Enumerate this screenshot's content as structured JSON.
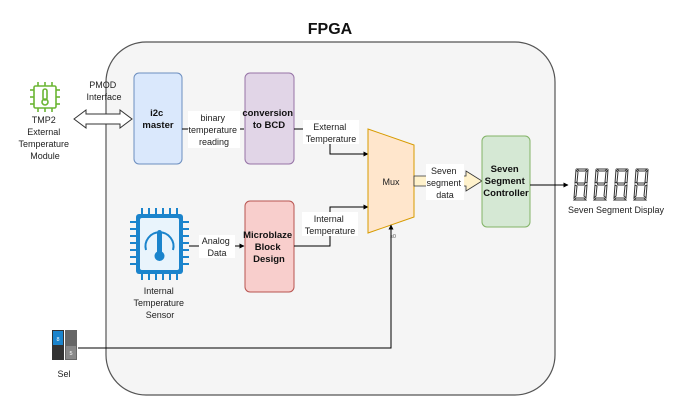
{
  "title": "FPGA",
  "blocks": {
    "i2c_master": [
      "i2c",
      "master"
    ],
    "conversion_bcd": [
      "conversion",
      "to BCD"
    ],
    "microblaze": [
      "Microblaze",
      "Block",
      "Design"
    ],
    "mux": "Mux",
    "seven_seg_controller": [
      "Seven",
      "Segment",
      "Controller"
    ]
  },
  "labels": {
    "tmp2": [
      "TMP2",
      "External",
      "Temperature",
      "Module"
    ],
    "pmod": [
      "PMOD",
      "Interface"
    ],
    "binary_reading": [
      "binary",
      "temperature",
      "reading"
    ],
    "external_temp": [
      "External",
      "Temperature"
    ],
    "internal_temp": [
      "Internal",
      "Temperature"
    ],
    "analog_data": [
      "Analog",
      "Data"
    ],
    "seven_segment_data": [
      "Seven",
      "segment",
      "data"
    ],
    "internal_sensor": [
      "Internal",
      "Temperature",
      "Sensor"
    ],
    "seven_segment_display": "Seven Segment Display",
    "sel": "Sel",
    "mux_sel": "s0",
    "switch_top": "8",
    "switch_bottom": "5"
  },
  "colors": {
    "fpga_fill": "#f5f5f5",
    "i2c": "#dae8fc",
    "bcd": "#e1d5e7",
    "microblaze": "#f8cecc",
    "mux": "#ffe6cc",
    "controller": "#d5e8d4",
    "thermometer": "#6bb533",
    "chip": "#1b84cc"
  }
}
